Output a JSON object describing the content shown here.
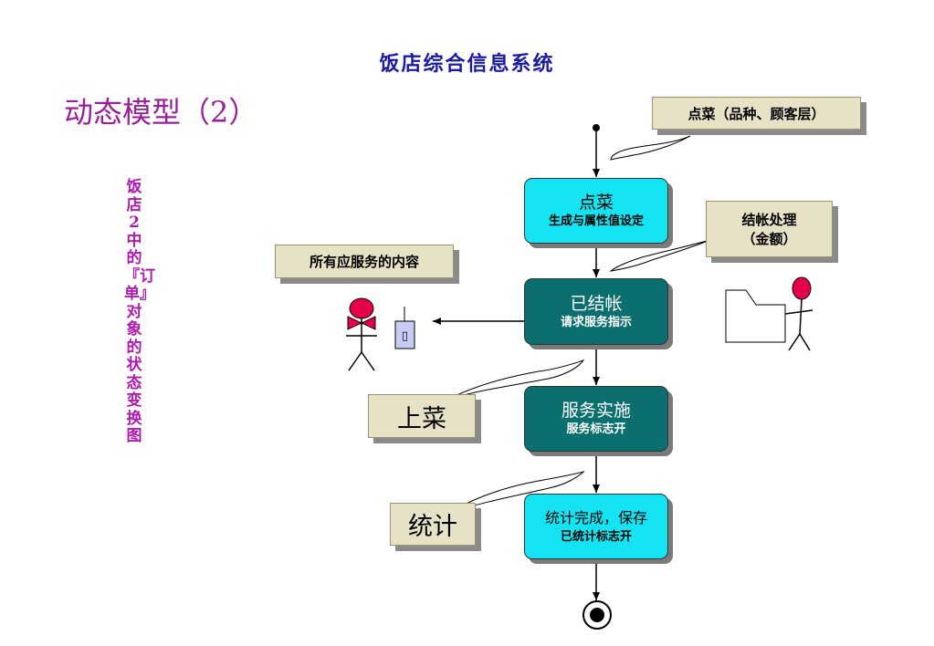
{
  "header": {
    "title": "饭店综合信息系统"
  },
  "slide": {
    "title": "动态模型（2）",
    "vertical_caption": "饭店2中的『订单』对象的状态变换图"
  },
  "states": [
    {
      "name": "点菜",
      "action": "生成与属性值设定"
    },
    {
      "name": "已结帐",
      "action": "请求服务指示"
    },
    {
      "name": "服务实施",
      "action": "服务标志开"
    },
    {
      "name": "统计完成，保存",
      "action": "已统计标志开"
    }
  ],
  "events": {
    "order": "点菜（品种、顾客层）",
    "checkout_line1": "结帐处理",
    "checkout_line2": "（金额）",
    "service_content": "所有应服务的内容",
    "serve": "上菜",
    "stats": "统计"
  },
  "icons": {
    "device_glyph": "▯"
  },
  "colors": {
    "header_title": "#1a1aa6",
    "slide_title": "#9b1f9b",
    "caption": "#b01ab0",
    "state_cyan": "#14e4f2",
    "state_teal": "#0b6f6f",
    "note_bg": "#e7e1c6",
    "actor_head": "#e6004c"
  }
}
